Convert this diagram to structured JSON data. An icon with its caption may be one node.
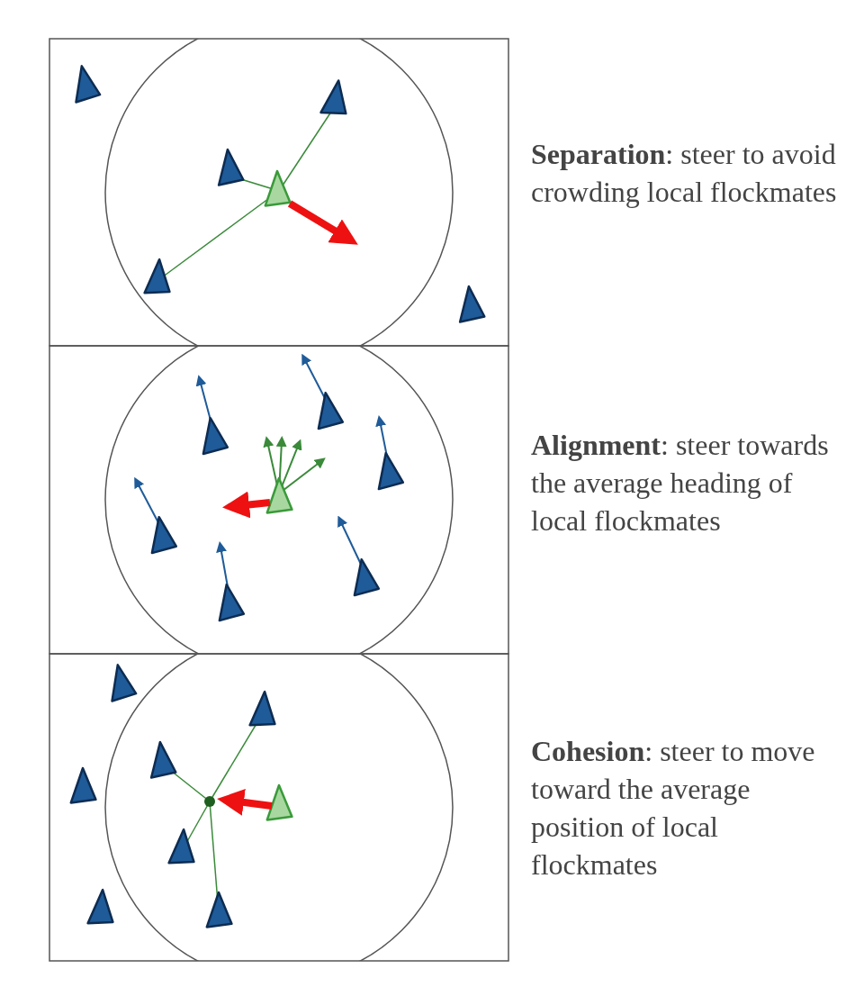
{
  "diagram": {
    "labels": [
      "**Separation**: steer to avoid crowding local flockmates",
      "**Alignment**: steer towards the average heading of local flockmates",
      "**Cohesion**: steer to move toward the average position of local flockmates"
    ]
  }
}
